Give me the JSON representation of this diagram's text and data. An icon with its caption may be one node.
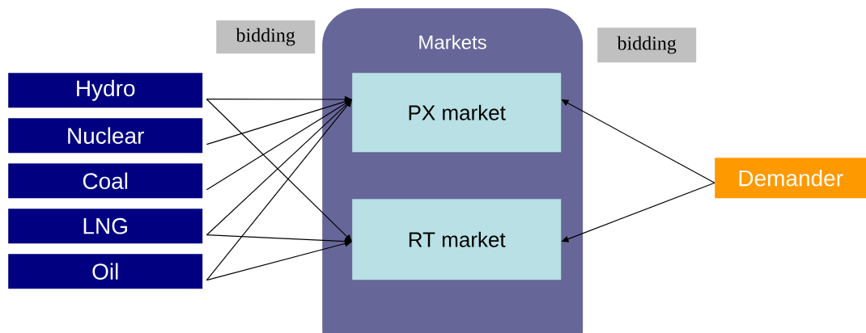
{
  "diagram": {
    "nodes": [
      {
        "text": [
          "bidding"
        ]
      },
      {
        "text": [
          "Markets"
        ]
      },
      {
        "text": [
          "PX market"
        ],
        "in": 1
      },
      {
        "text": [
          "RT market"
        ],
        "in": 1
      },
      {
        "text": [
          "bidding"
        ]
      },
      {
        "text": [
          "Hydro"
        ]
      },
      {
        "text": [
          "Nuclear"
        ]
      },
      {
        "text": [
          "Coal"
        ]
      },
      {
        "text": [
          "LNG"
        ]
      },
      {
        "text": [
          "Oil"
        ]
      },
      {
        "text": [
          "Demander"
        ]
      }
    ],
    "edges": [
      {
        "from": 5,
        "to": 2,
        "arrow": "to"
      },
      {
        "from": 5,
        "to": 3,
        "arrow": "to"
      },
      {
        "from": 6,
        "to": 2,
        "arrow": "to"
      },
      {
        "from": 7,
        "to": 2,
        "arrow": "to"
      },
      {
        "from": 8,
        "to": 2,
        "arrow": "to"
      },
      {
        "from": 8,
        "to": 3,
        "arrow": "to"
      },
      {
        "from": 9,
        "to": 2,
        "arrow": "to"
      },
      {
        "from": 9,
        "to": 3,
        "arrow": "to"
      },
      {
        "from": 10,
        "to": 2,
        "arrow": "to"
      },
      {
        "from": 10,
        "to": 3,
        "arrow": "to"
      }
    ]
  }
}
